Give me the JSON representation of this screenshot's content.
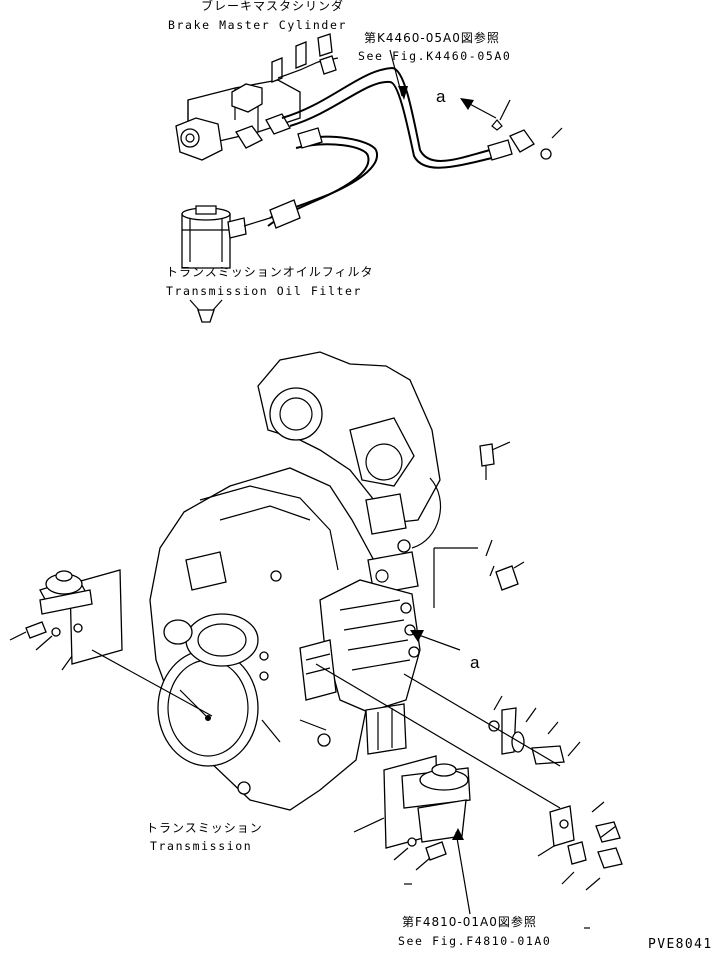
{
  "labels": {
    "brake_master_jp": "ブレーキマスタシリンダ",
    "brake_master_en": "Brake Master Cylinder",
    "fig_k4460_jp": "第K4460-05A0図参照",
    "fig_k4460_en": "See Fig.K4460-05A0",
    "oil_filter_jp": "トランスミッションオイルフィルタ",
    "oil_filter_en": "Transmission Oil Filter",
    "transmission_jp": "トランスミッション",
    "transmission_en": "Transmission",
    "fig_f4810_jp": "第F4810-01A0図参照",
    "fig_f4810_en": "See Fig.F4810-01A0",
    "view_a_top": "a",
    "view_a_mid": "a",
    "drawing_code": "PVE8041"
  }
}
